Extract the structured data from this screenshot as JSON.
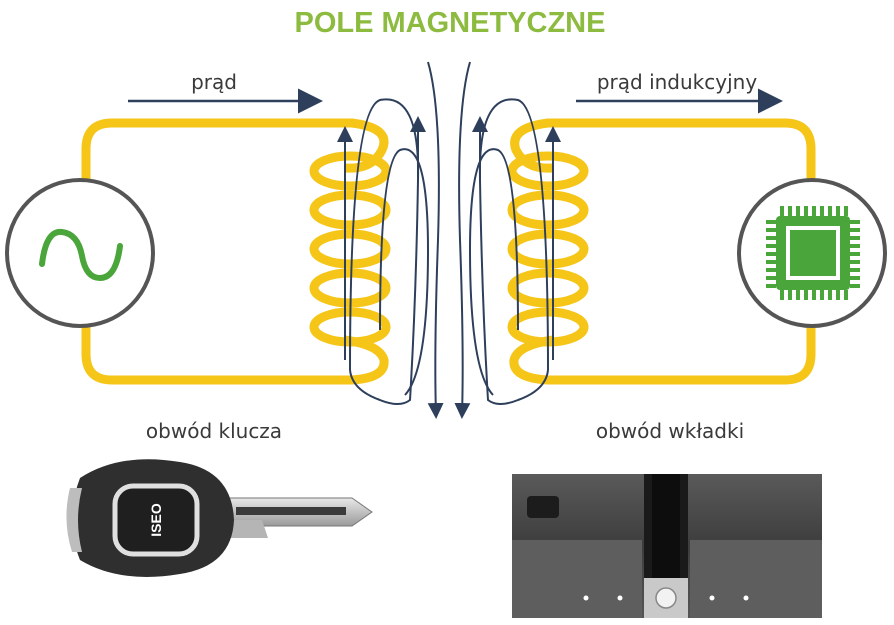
{
  "title": "POLE MAGNETYCZNE",
  "labels": {
    "current": "prąd",
    "induced_current": "prąd indukcyjny",
    "key_circuit": "obwód klucza",
    "cylinder_circuit": "obwód wkładki"
  },
  "key_logo_text": "ISEO",
  "icons": {
    "source": "ac-sine-wave-icon",
    "load": "microchip-icon"
  },
  "colors": {
    "title": "#8cbb3f",
    "wire": "#f5c518",
    "field_lines": "#2e3f5c",
    "text": "#3a3a3a",
    "icon_green": "#4aa53a",
    "circle_stroke": "#555555",
    "key_body": "#2f2f2f",
    "cylinder_body": "#4a4a4a"
  }
}
